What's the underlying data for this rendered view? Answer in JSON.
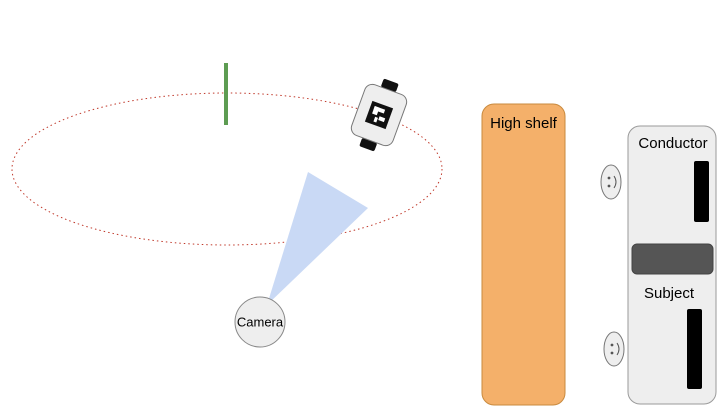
{
  "labels": {
    "camera": "Camera",
    "shelf": "High shelf",
    "conductor": "Conductor",
    "subject": "Subject"
  },
  "icons": {
    "robot": "robot-icon",
    "face": "face-icon",
    "marker": "fiducial-marker-icon"
  },
  "colors": {
    "track": "#c0392b",
    "post": "#5d9c52",
    "view_cone": "#c9d9f5",
    "shelf_fill": "#f4b06a",
    "shelf_stroke": "#c98a3e",
    "panel_fill": "#eeeeee",
    "panel_stroke": "#9a9a9a",
    "divider": "#555555",
    "bar": "#000000"
  }
}
